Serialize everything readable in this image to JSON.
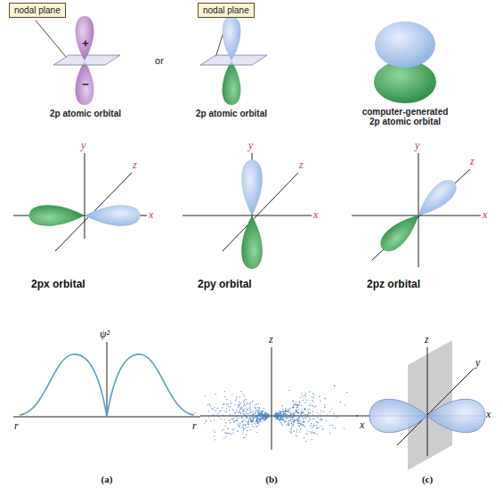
{
  "diagram": {
    "nodes": [
      {
        "text": [
          "nodal plane"
        ]
      },
      {
        "text": [
          "nodal plane"
        ]
      }
    ],
    "labels": [
      "+",
      "−",
      "or",
      "2p atomic orbital",
      "2p atomic orbital",
      "computer-generated 2p atomic orbital",
      "y",
      "z",
      "x",
      "2px orbital",
      "y",
      "z",
      "x",
      "2py orbital",
      "y",
      "z",
      "x",
      "2pz orbital",
      "ψ²",
      "r",
      "r",
      "z",
      "x",
      "z",
      "y",
      "x",
      "(a)",
      "(b)",
      "(c)"
    ]
  }
}
